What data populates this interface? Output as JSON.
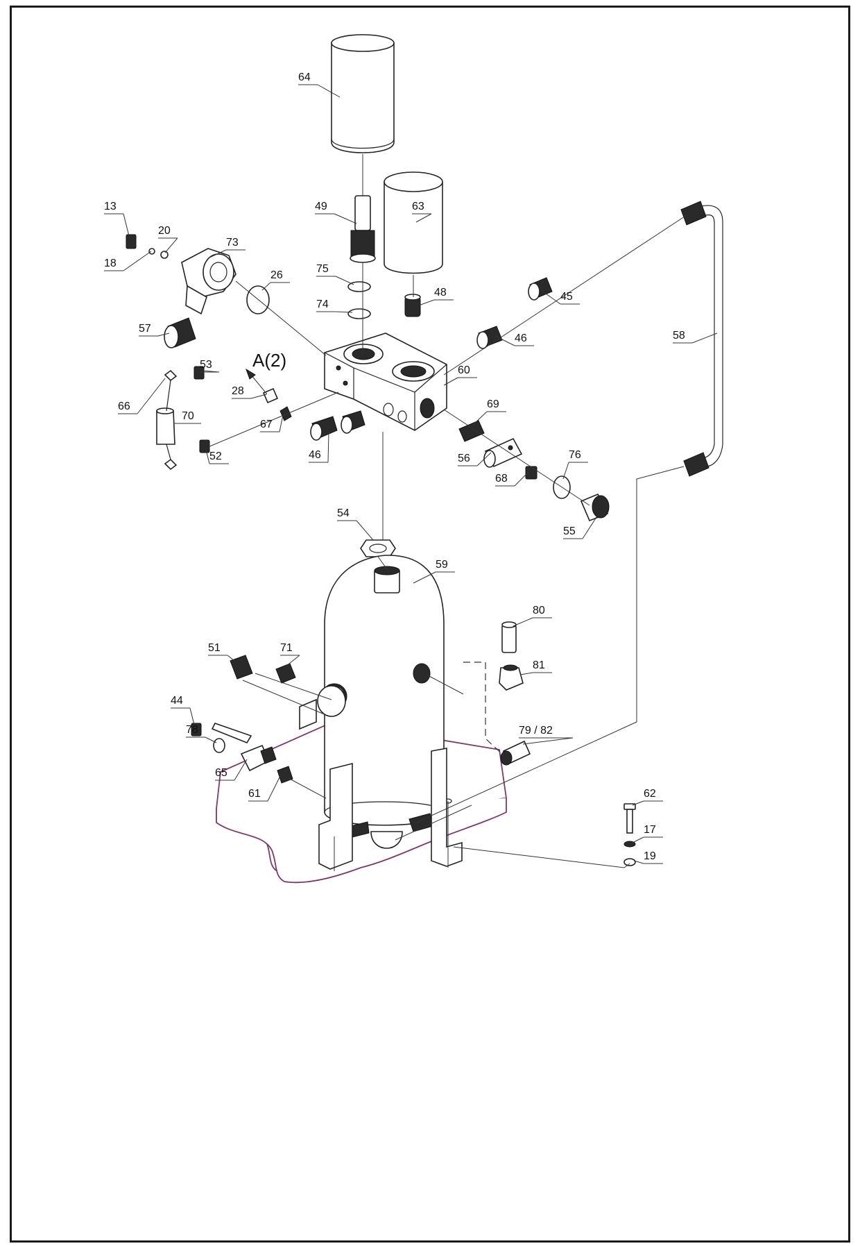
{
  "diagram": {
    "view_label": "A(2)",
    "callouts": [
      {
        "id": "c13",
        "label": "13"
      },
      {
        "id": "c18",
        "label": "18"
      },
      {
        "id": "c20",
        "label": "20"
      },
      {
        "id": "c73",
        "label": "73"
      },
      {
        "id": "c26",
        "label": "26"
      },
      {
        "id": "c57",
        "label": "57"
      },
      {
        "id": "c53",
        "label": "53"
      },
      {
        "id": "c66",
        "label": "66"
      },
      {
        "id": "c70",
        "label": "70"
      },
      {
        "id": "c28",
        "label": "28"
      },
      {
        "id": "c67",
        "label": "67"
      },
      {
        "id": "c52",
        "label": "52"
      },
      {
        "id": "c64",
        "label": "64"
      },
      {
        "id": "c49",
        "label": "49"
      },
      {
        "id": "c63",
        "label": "63"
      },
      {
        "id": "c75",
        "label": "75"
      },
      {
        "id": "c74",
        "label": "74"
      },
      {
        "id": "c48",
        "label": "48"
      },
      {
        "id": "c45",
        "label": "45"
      },
      {
        "id": "c46a",
        "label": "46"
      },
      {
        "id": "c60",
        "label": "60"
      },
      {
        "id": "c46b",
        "label": "46"
      },
      {
        "id": "c69",
        "label": "69"
      },
      {
        "id": "c56",
        "label": "56"
      },
      {
        "id": "c68",
        "label": "68"
      },
      {
        "id": "c76",
        "label": "76"
      },
      {
        "id": "c55",
        "label": "55"
      },
      {
        "id": "c58",
        "label": "58"
      },
      {
        "id": "c54",
        "label": "54"
      },
      {
        "id": "c59",
        "label": "59"
      },
      {
        "id": "c80",
        "label": "80"
      },
      {
        "id": "c51",
        "label": "51"
      },
      {
        "id": "c71",
        "label": "71"
      },
      {
        "id": "c81",
        "label": "81"
      },
      {
        "id": "c44",
        "label": "44"
      },
      {
        "id": "c78",
        "label": "78"
      },
      {
        "id": "c65",
        "label": "65"
      },
      {
        "id": "c61",
        "label": "61"
      },
      {
        "id": "c7982",
        "label": "79 / 82"
      },
      {
        "id": "c62",
        "label": "62"
      },
      {
        "id": "c17",
        "label": "17"
      },
      {
        "id": "c19",
        "label": "19"
      }
    ]
  }
}
